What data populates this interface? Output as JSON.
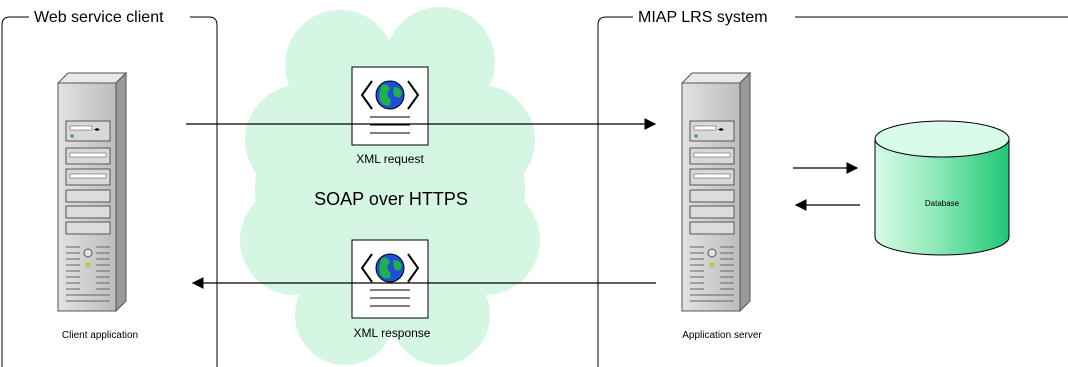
{
  "groups": {
    "client": {
      "title": "Web service client"
    },
    "system": {
      "title": "MIAP LRS system"
    }
  },
  "nodes": {
    "client_app": {
      "label": "Client application"
    },
    "app_server": {
      "label": "Application server"
    },
    "database": {
      "label": "Database"
    }
  },
  "channel": {
    "label": "SOAP over HTTPS"
  },
  "messages": {
    "request": {
      "label": "XML request"
    },
    "response": {
      "label": "XML response"
    }
  },
  "colors": {
    "cloud": "#d6f6e4",
    "db_light": "#d9fbe9",
    "db_dark": "#1ec773",
    "globe": "#1e4fd6",
    "land": "#1fb14a",
    "tower": "#c4c4c4"
  }
}
